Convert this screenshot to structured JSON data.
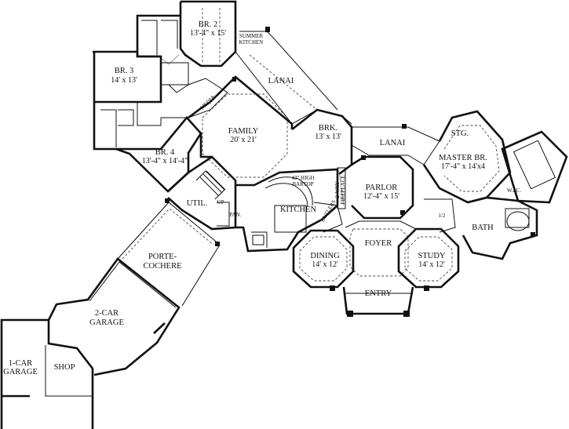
{
  "rooms": {
    "br2": {
      "name": "BR. 2",
      "dims": "13'-4\" x 15'"
    },
    "summer_kitchen": {
      "line1": "SUMMER",
      "line2": "KITCHEN"
    },
    "br3": {
      "name": "BR. 3",
      "dims": "14' x 13'"
    },
    "lanai_top": {
      "name": "LANAI"
    },
    "media": {
      "name": "MEDIA"
    },
    "family": {
      "name": "FAMILY",
      "dims": "20' x 21'"
    },
    "brk": {
      "name": "BRK.",
      "dims": "13' x 13'"
    },
    "lanai_mid": {
      "name": "LANAI"
    },
    "stg": {
      "name": "STG."
    },
    "master": {
      "name": "MASTER BR.",
      "dims": "17'-4\" x 14'x4"
    },
    "br4": {
      "name": "BR. 4",
      "dims": "13'-4\" x 14'-4\""
    },
    "bartop": {
      "line1": "42\" HIGH",
      "line2": "BARTOP"
    },
    "fireplace": {
      "line1": "2-WAY",
      "line2": "FIREPLACE"
    },
    "parlor": {
      "name": "PARLOR",
      "dims": "12'-4\" x 15'"
    },
    "wic": {
      "name": "W.I.C."
    },
    "util": {
      "name": "UTIL."
    },
    "up": {
      "name": "UP"
    },
    "pan": {
      "name": "PAN."
    },
    "kitchen": {
      "name": "KITCHEN"
    },
    "butlers": {
      "name": "BUTLERS"
    },
    "half_bath": {
      "name": "1/2"
    },
    "bath": {
      "name": "BATH"
    },
    "foyer": {
      "name": "FOYER"
    },
    "porte_cochere": {
      "line1": "PORTE-",
      "line2": "COCHERE"
    },
    "dining": {
      "name": "DINING",
      "dims": "14' x 12'"
    },
    "study": {
      "name": "STUDY",
      "dims": "14' x 12'"
    },
    "entry": {
      "name": "ENTRY"
    },
    "garage2": {
      "line1": "2-CAR",
      "line2": "GARAGE"
    },
    "garage1": {
      "line1": "1-CAR",
      "line2": "GARAGE"
    },
    "shop": {
      "name": "SHOP"
    }
  }
}
